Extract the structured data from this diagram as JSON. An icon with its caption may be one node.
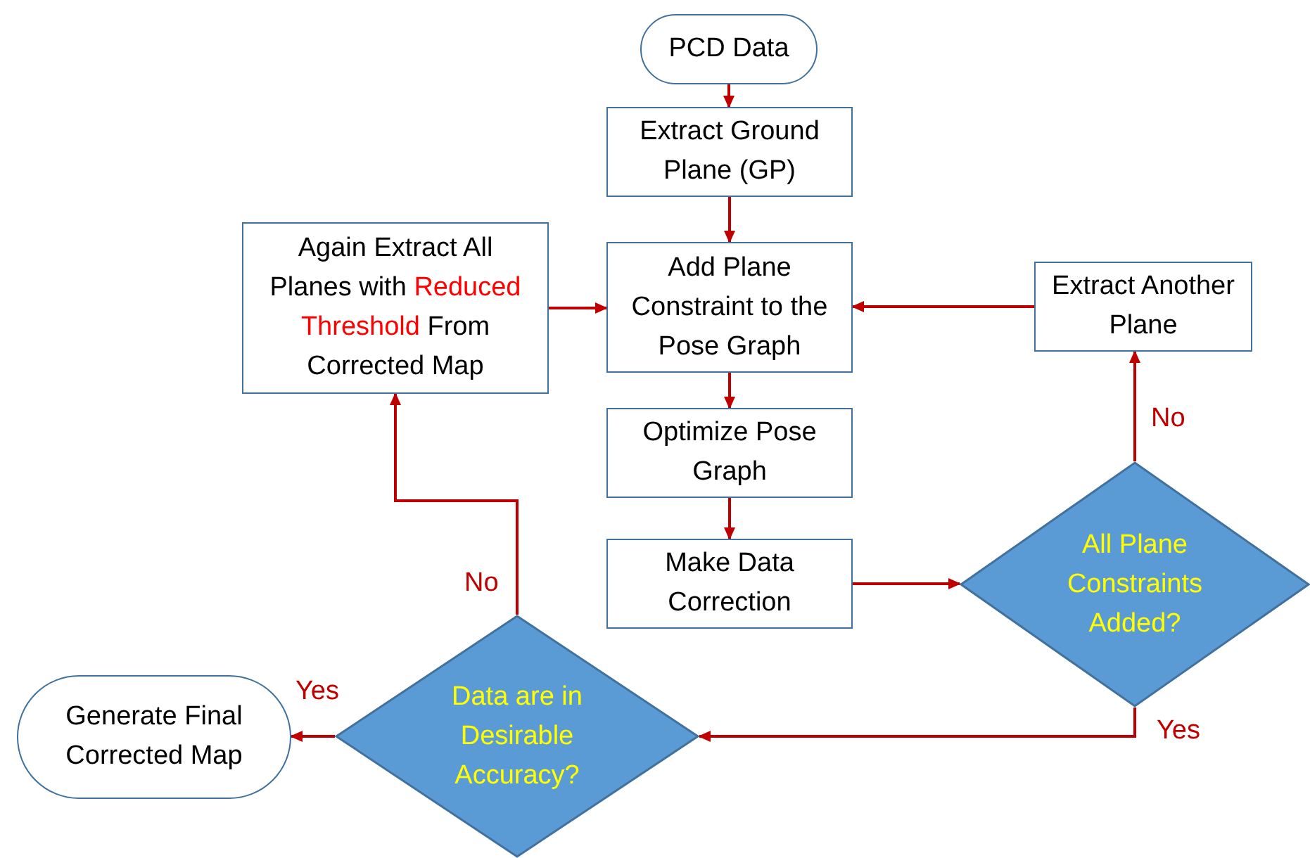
{
  "diagram": {
    "nodes": [
      {
        "text": [
          "PCD Data"
        ]
      },
      {
        "text": [
          "Extract Ground Plane (GP)"
        ]
      },
      {
        "text": [
          "Again Extract All Planes with **Reduced Threshold** From Corrected Map"
        ]
      },
      {
        "text": [
          "Add Plane Constraint to the Pose Graph"
        ]
      },
      {
        "text": [
          "Extract Another Plane"
        ]
      },
      {
        "text": [
          "Optimize Pose Graph"
        ]
      },
      {
        "text": [
          "Make Data Correction"
        ]
      },
      {
        "text": [
          "All Plane Constraints Added?"
        ]
      },
      {
        "text": [
          "Generate Final Corrected Map"
        ]
      },
      {
        "text": [
          "Data are in Desirable Accuracy?"
        ]
      }
    ],
    "edges": [
      {
        "from": 0,
        "to": 1,
        "arrow": "to"
      },
      {
        "from": 1,
        "to": 3,
        "arrow": "to"
      },
      {
        "from": 3,
        "to": 5,
        "arrow": "to"
      },
      {
        "from": 5,
        "to": 6,
        "arrow": "to"
      },
      {
        "from": 6,
        "to": 7,
        "arrow": "to"
      },
      {
        "from": 7,
        "to": 4,
        "arrow": "to",
        "label": "No"
      },
      {
        "from": 4,
        "to": 3,
        "arrow": "to"
      },
      {
        "from": 7,
        "to": 9,
        "arrow": "to",
        "label": "Yes"
      },
      {
        "from": 9,
        "to": 2,
        "arrow": "to",
        "label": "No"
      },
      {
        "from": 9,
        "to": 8,
        "arrow": "to",
        "label": "Yes"
      },
      {
        "from": 2,
        "to": 3,
        "arrow": "to"
      }
    ]
  }
}
